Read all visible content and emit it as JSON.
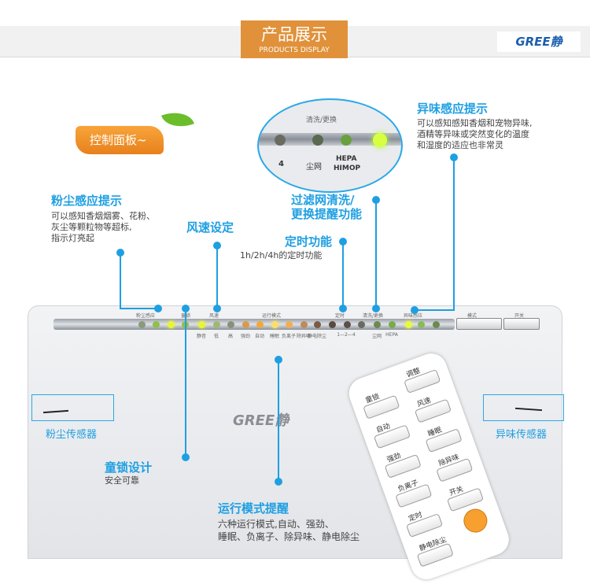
{
  "header": {
    "title": "产品展示",
    "subtitle": "PRODUCTS DISPLAY",
    "logo": "GREE静"
  },
  "badge": "控制面板~",
  "callouts": {
    "dust_hint": {
      "title": "粉尘感应提示",
      "desc": [
        "可以感知香烟烟雾、花粉、",
        "灰尘等颗粒物等超标,",
        "指示灯亮起"
      ]
    },
    "fan_speed": {
      "title": "风速设定"
    },
    "timer": {
      "title": "定时功能",
      "desc": "1h/2h/4h的定时功能"
    },
    "filter": {
      "title": [
        "过滤网清洗/",
        "更换提醒功能"
      ]
    },
    "odor_hint": {
      "title": "异味感应提示",
      "desc": [
        "可以感知感知香烟和宠物异味,",
        "酒精等异味或突然变化的温度",
        "和湿度的适应也非常灵"
      ]
    },
    "child_lock": {
      "title": "童锁设计",
      "desc": "安全可靠"
    },
    "run_mode": {
      "title": "运行模式提醒",
      "desc": [
        "六种运行模式,自动、强劲、",
        "睡眠、负离子、除异味、静电除尘"
      ]
    }
  },
  "sensors": {
    "dust": "粉尘传感器",
    "odor": "异味传感器"
  },
  "magnifier": {
    "group": "清洗/更换",
    "num": "4",
    "dust_net": "尘网",
    "hepa": "HEPA",
    "himop": "HIMOP"
  },
  "panel": {
    "top_labels": [
      "粉尘感应",
      "童锁",
      "风速",
      "运行模式",
      "定时",
      "清洗/更换",
      "异味感应",
      "模式",
      "开关"
    ],
    "bottom_labels": [
      "静音",
      "低",
      "高",
      "强劲",
      "自动",
      "睡眠",
      "负离子",
      "除异味",
      "静电除尘",
      "1—2—4",
      "尘网",
      "HEPA"
    ],
    "led_colors": [
      "#8a9a7a",
      "#8fc04a",
      "#e6f53a",
      "#8fc04a",
      "#e6f53a",
      "#9fb870",
      "#8a9078",
      "#d99a4a",
      "#f0a83a",
      "#f8e070",
      "#f0b050",
      "#c08a5a",
      "#7a5a48",
      "#5a4a40",
      "#5a5048",
      "#6a6a60",
      "#6a8a50",
      "#7aaa4a",
      "#e8fa40",
      "#8aba5a",
      "#6a8a50"
    ]
  },
  "device_logo": "GREE静",
  "remote": {
    "buttons": [
      "童锁",
      "调整",
      "自动",
      "风速",
      "强劲",
      "睡眠",
      "负离子",
      "除异味",
      "定时",
      "开关",
      "静电除尘"
    ]
  }
}
